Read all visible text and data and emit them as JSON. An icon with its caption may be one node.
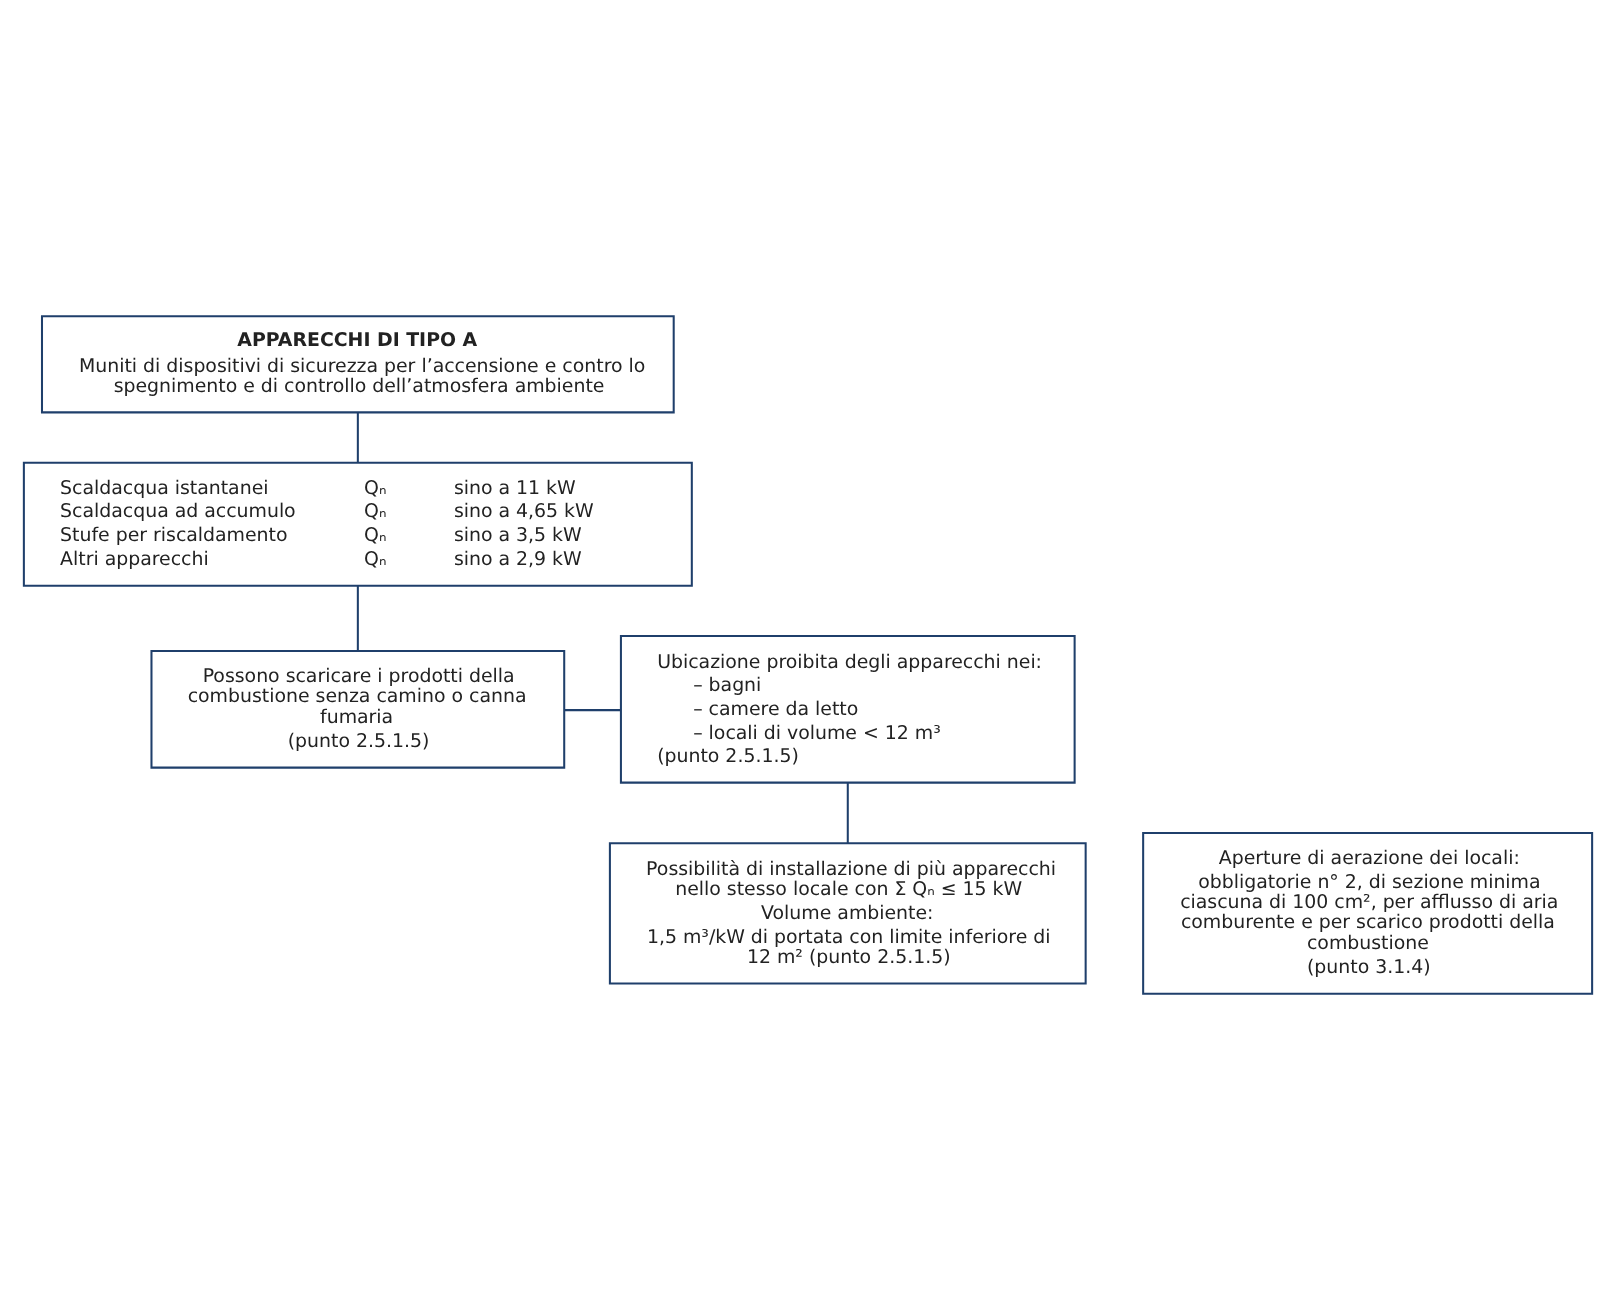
{
  "diagram": {
    "nodes": [
      {
        "text": [
          "APPARECCHI DI TIPO A",
          "Muniti di dispositivi di sicurezza per l’accensione e contro lo spegnimento e di controllo dell’atmosfera ambiente"
        ]
      },
      {
        "text": [
          "Scaldacqua istantanei",
          "Qₙ",
          "sino a 11 kW",
          "Scaldacqua ad accumulo",
          "Qₙ",
          "sino a 4,65 kW",
          "Stufe per riscaldamento",
          "Qₙ",
          "sino a 3,5 kW",
          "Altri apparecchi",
          "Qₙ",
          "sino a 2,9 kW"
        ]
      },
      {
        "text": [
          "Possono scaricare i prodotti della combustione senza camino o canna fumaria",
          "(punto 2.5.1.5)"
        ]
      },
      {
        "text": [
          "Ubicazione proibita degli apparecchi nei:",
          "– bagni",
          "– camere da letto",
          "– locali di volume < 12 m³",
          "(punto 2.5.1.5)"
        ]
      },
      {
        "text": [
          "Possibilità di installazione di più apparecchi nello stesso locale con Σ Qₙ ≤ 15 kW",
          "Volume ambiente:",
          "1,5 m³/kW di portata con limite inferiore di 12 m² (punto 2.5.1.5)"
        ]
      },
      {
        "text": [
          "Aperture di aerazione dei locali:",
          "obbligatorie n° 2, di sezione minima ciascuna di 100 cm², per afflusso di aria comburente e per scarico prodotti della combustione",
          "(punto 3.1.4)"
        ]
      }
    ],
    "edges": [
      {
        "from": 0,
        "to": 1,
        "arrow": "none"
      },
      {
        "from": 1,
        "to": 2,
        "arrow": "none"
      },
      {
        "from": 2,
        "to": 3,
        "arrow": "none"
      },
      {
        "from": 3,
        "to": 4,
        "arrow": "none"
      }
    ]
  }
}
